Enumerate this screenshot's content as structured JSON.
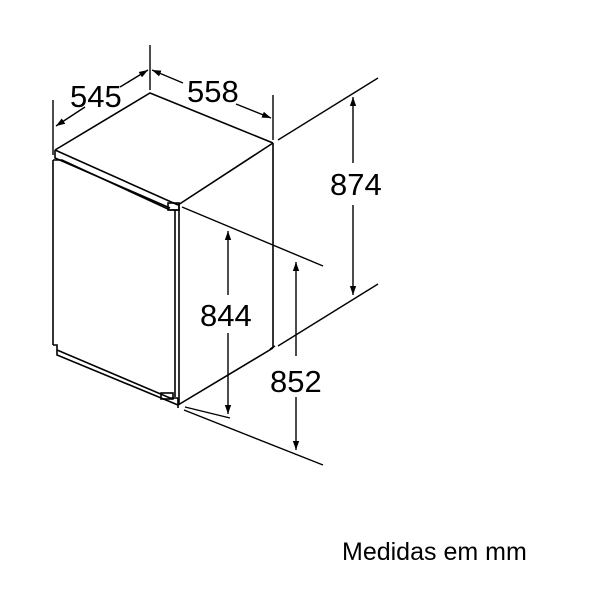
{
  "diagram": {
    "subject": "built-in appliance cabinet dimensions",
    "colors": {
      "line": "#000000",
      "background": "#ffffff"
    },
    "dimensions": {
      "depth": {
        "label": "545"
      },
      "width": {
        "label": "558"
      },
      "overall_height": {
        "label": "874"
      },
      "niche_height_min": {
        "label": "844"
      },
      "niche_height_max": {
        "label": "852"
      }
    },
    "caption": "Medidas em mm"
  }
}
